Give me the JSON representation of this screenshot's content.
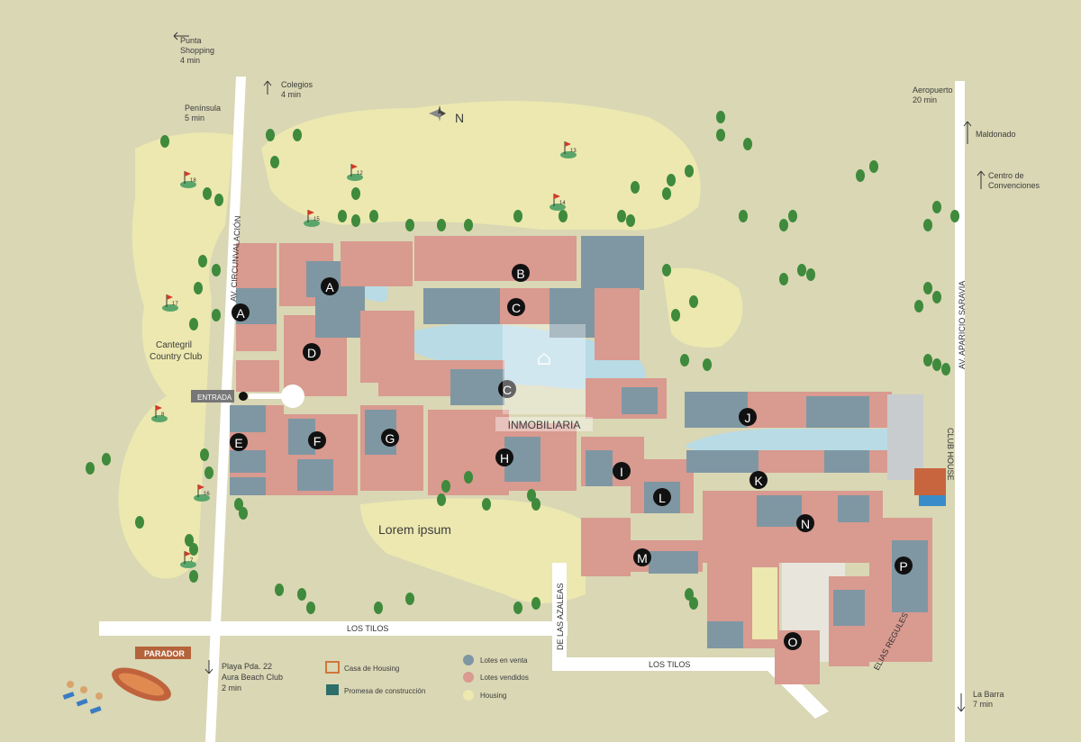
{
  "colors": {
    "background": "#d9d7b4",
    "housing": "#ece8b0",
    "lot_for_sale": "#7f97a3",
    "lot_sold": "#d99a8f",
    "water": "#b8dbe6",
    "road": "#ffffff",
    "section_marker": "#111111",
    "tree": "#3f8a3c"
  },
  "destinations": {
    "punta_shopping": [
      "Punta",
      "Shopping",
      "4 min"
    ],
    "peninsula": [
      "Península",
      "5 min"
    ],
    "colegios": [
      "Colegios",
      "4 min"
    ],
    "aeropuerto": [
      "Aeropuerto",
      "20 min"
    ],
    "maldonado": [
      "Maldonado"
    ],
    "centro": [
      "Centro de",
      "Convenciones"
    ],
    "playa": [
      "Playa Pda. 22",
      "Aura Beach Club",
      "2 min"
    ],
    "la_barra": [
      "La Barra",
      "7 min"
    ]
  },
  "compass": "N",
  "roads": {
    "circunvalacion": "AV. CIRCUNVALACIÓN",
    "aparicio": "AV. APARICIO SARAVIA",
    "los_tilos_1": "LOS TILOS",
    "los_tilos_2": "LOS TILOS",
    "azaleas": "DE LAS AZALEAS",
    "elias": "ELIAS REGULES"
  },
  "places": {
    "cantegril": [
      "Cantegril",
      "Country Club"
    ],
    "entrada": "ENTRADA",
    "parador": "PARADOR",
    "lorem": "Lorem ipsum",
    "club_house": "CLUB HOUSE"
  },
  "brand": {
    "name": "INMOBILIARIA"
  },
  "holes": [
    "18",
    "17",
    "16",
    "15",
    "14",
    "13",
    "12",
    "8",
    "7"
  ],
  "sections": [
    "A",
    "A",
    "B",
    "C",
    "C",
    "D",
    "E",
    "F",
    "G",
    "H",
    "I",
    "J",
    "K",
    "L",
    "M",
    "N",
    "O",
    "P"
  ],
  "legend": [
    {
      "label": "Casa de Housing",
      "icon": "house-orange-icon"
    },
    {
      "label": "Promesa de construcción",
      "icon": "house-teal-icon"
    },
    {
      "label": "Lotes en venta",
      "icon": "lot-for-sale-dot"
    },
    {
      "label": "Lotes vendidos",
      "icon": "lot-sold-dot"
    },
    {
      "label": "Housing",
      "icon": "housing-dot"
    }
  ]
}
